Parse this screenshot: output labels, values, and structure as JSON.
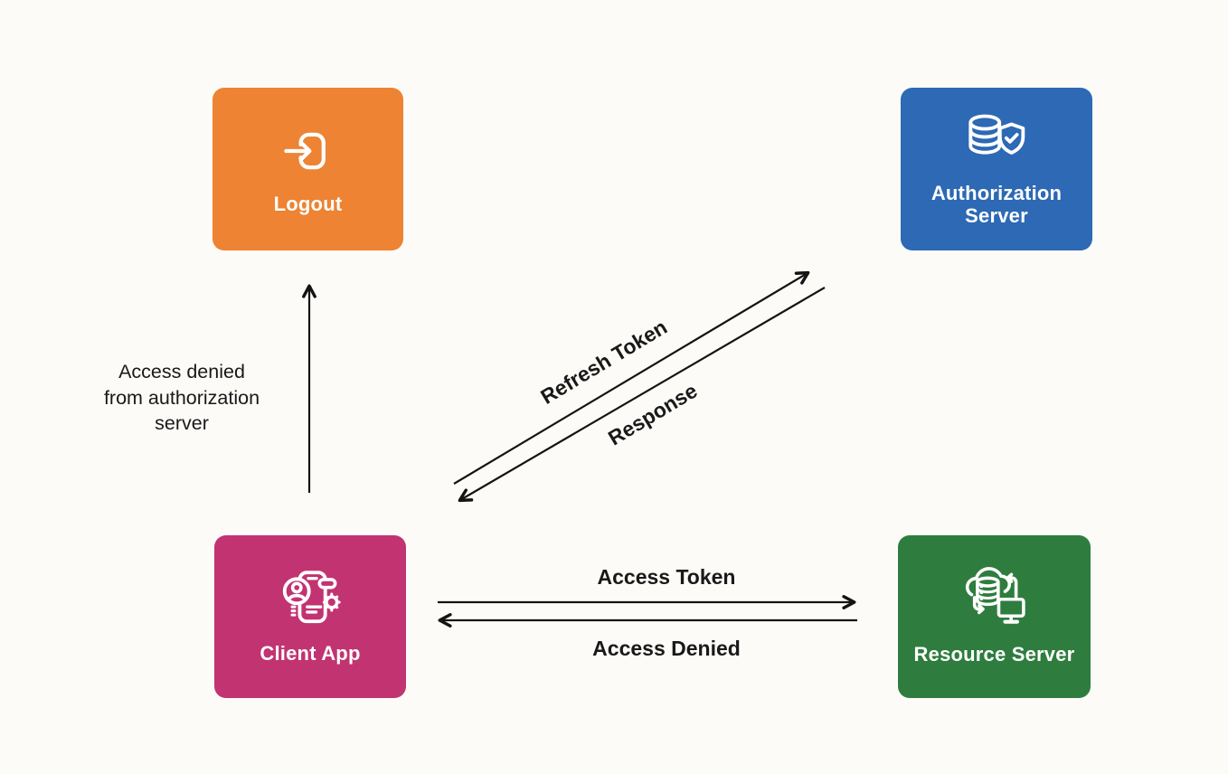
{
  "canvas": {
    "background": "#FCFBF8"
  },
  "nodes": {
    "logout": {
      "label": "Logout",
      "color": "#ED8333",
      "icon": "logout-icon"
    },
    "auth_server": {
      "label": "Authorization Server",
      "color": "#2D69B4",
      "icon": "database-shield-check-icon"
    },
    "client_app": {
      "label": "Client App",
      "color": "#C23372",
      "icon": "mobile-app-user-gear-icon"
    },
    "resource_server": {
      "label": "Resource Server",
      "color": "#2E7D3E",
      "icon": "cloud-database-monitor-sync-icon"
    }
  },
  "edges": {
    "access_denied_vertical": {
      "label": "Access denied\nfrom authorization\nserver",
      "from": "client_app",
      "to": "logout"
    },
    "refresh_token": {
      "label": "Refresh Token",
      "from": "client_app",
      "to": "auth_server"
    },
    "response": {
      "label": "Response",
      "from": "auth_server",
      "to": "client_app"
    },
    "access_token": {
      "label": "Access Token",
      "from": "client_app",
      "to": "resource_server"
    },
    "access_denied": {
      "label": "Access Denied",
      "from": "resource_server",
      "to": "client_app"
    }
  },
  "arrows": {
    "color": "#141414"
  }
}
